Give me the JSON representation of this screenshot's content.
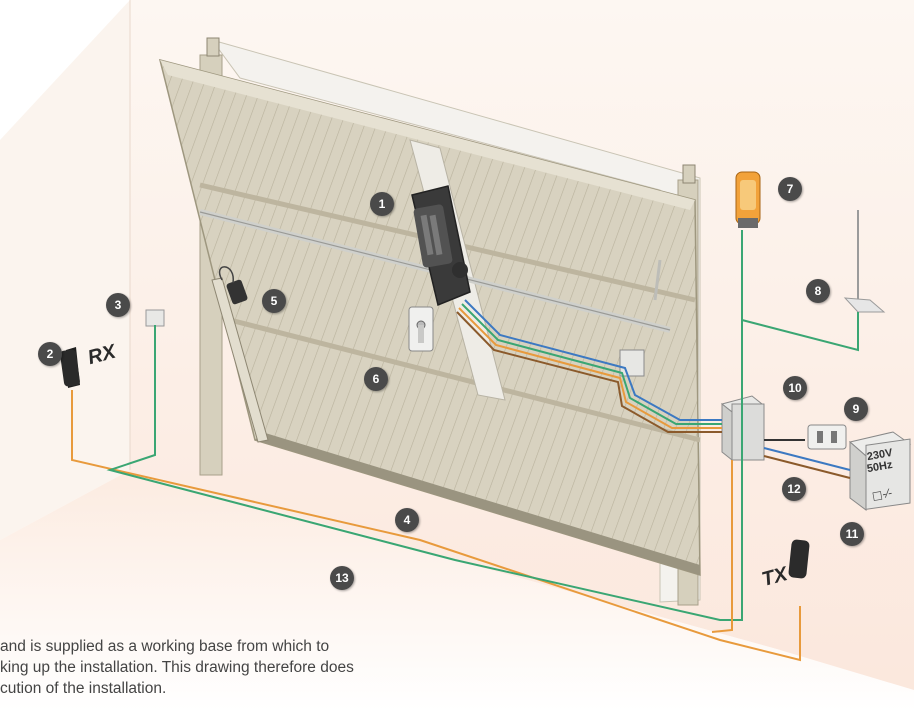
{
  "callouts": [
    "1",
    "2",
    "3",
    "4",
    "5",
    "6",
    "7",
    "8",
    "9",
    "10",
    "11",
    "12",
    "13"
  ],
  "labels": {
    "receiver": "RX",
    "transmitter": "TX"
  },
  "power_box": {
    "voltage": "230V",
    "frequency": "50Hz",
    "switch_symbol": "□-⁄-"
  },
  "caption": {
    "line1": "and is supplied as a working base from which to",
    "line2": "king up the installation. This drawing therefore does",
    "line3": "cution of the installation."
  },
  "colors": {
    "door": "#d6d0bd",
    "wall": "#fbeee6",
    "cable_orange": "#e89a3c",
    "cable_green": "#3aa673",
    "cable_blue": "#3c79c2",
    "cable_brown": "#8b5a2b",
    "badge": "#4a4a4a"
  }
}
